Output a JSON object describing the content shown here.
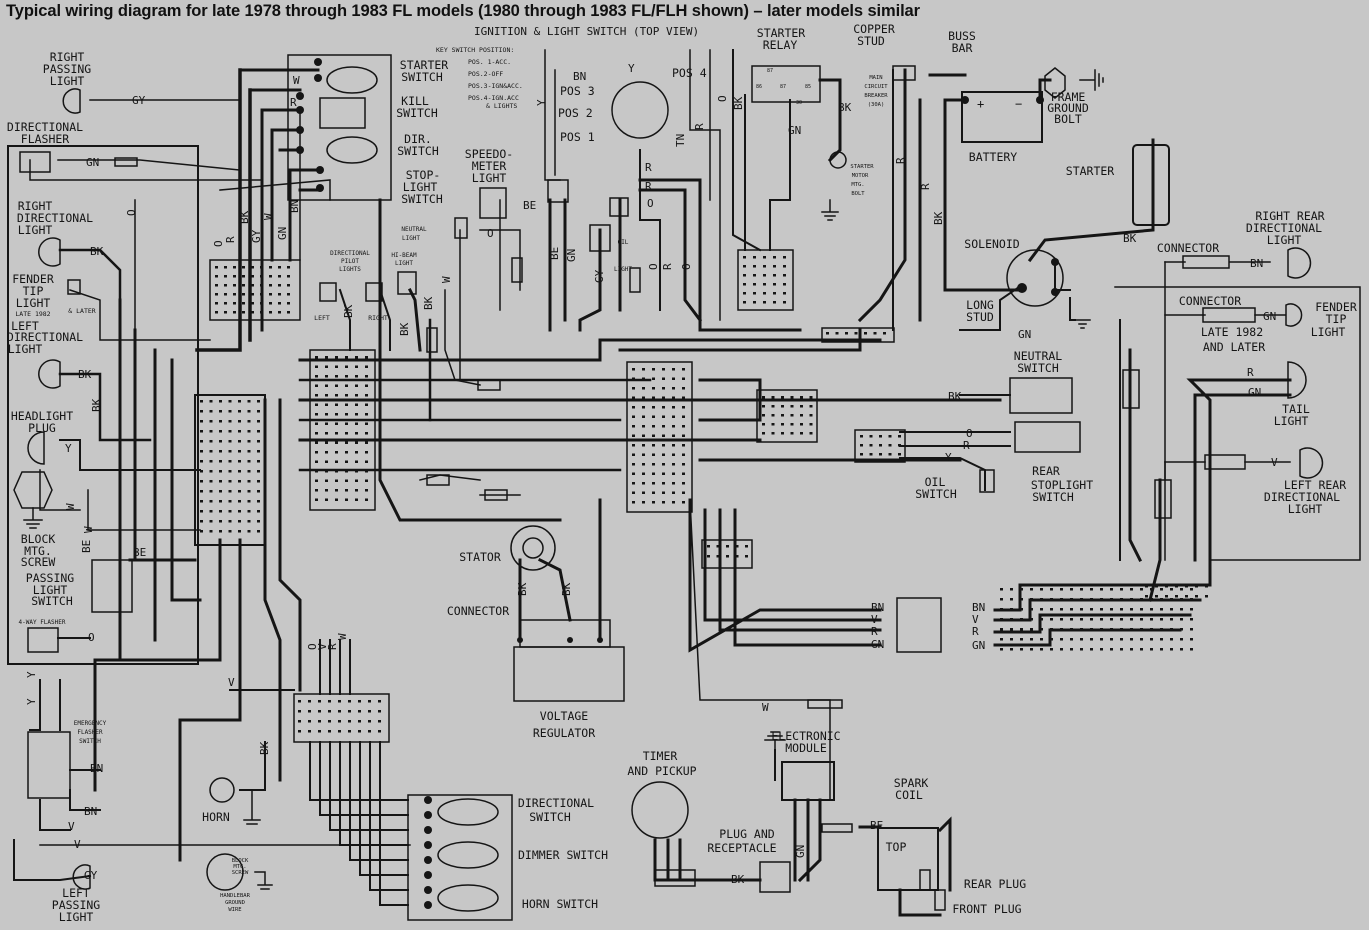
{
  "title": "Typical wiring diagram for late 1978 through 1983 FL models (1980 through 1983 FL/FLH shown) – later models similar",
  "labels": {
    "right_passing_light": [
      "RIGHT",
      "PASSING",
      "LIGHT"
    ],
    "directional_flasher": [
      "DIRECTIONAL",
      "FLASHER"
    ],
    "right_directional_light": [
      "RIGHT",
      "DIRECTIONAL",
      "LIGHT"
    ],
    "fender_tip_light": [
      "FENDER",
      "TIP",
      "LIGHT",
      "LATE 1982",
      "& LATER"
    ],
    "left_directional_light": [
      "LEFT",
      "DIRECTIONAL",
      "LIGHT"
    ],
    "headlight_plug": [
      "HEADLIGHT",
      "PLUG"
    ],
    "block_mtg_screw": [
      "BLOCK",
      "MTG.",
      "SCREW"
    ],
    "passing_light_switch": [
      "PASSING",
      "LIGHT",
      "SWITCH"
    ],
    "four_way_flasher": "4-WAY FLASHER",
    "emergency_flasher_switch": [
      "EMERGENCY",
      "FLASHER",
      "SWITCH"
    ],
    "horn": "HORN",
    "left_passing_light": [
      "LEFT",
      "PASSING",
      "LIGHT"
    ],
    "handlebar_ground": [
      "BLOCK",
      "MTG.",
      "SCREW",
      "HANDLEBAR",
      "GROUND",
      "WIRE"
    ],
    "starter_switch": [
      "STARTER",
      "SWITCH"
    ],
    "kill_switch": [
      "KILL",
      "SWITCH"
    ],
    "dir_switch": [
      "DIR.",
      "SWITCH"
    ],
    "stop_light_switch": [
      "STOP-",
      "LIGHT",
      "SWITCH"
    ],
    "key_switch_positions": [
      "KEY SWITCH POSITION:",
      "POS. 1-ACC.",
      "POS.2-OFF",
      "POS.3-IGN&ACC.",
      "POS.4-IGN.ACC",
      "& LIGHTS"
    ],
    "ignition_light_switch": "IGNITION & LIGHT SWITCH (TOP VIEW)",
    "pos4": "POS 4",
    "pos3": "POS 3",
    "pos2": "POS 2",
    "pos1": "POS 1",
    "speedometer_light": [
      "SPEEDO-",
      "METER",
      "LIGHT"
    ],
    "neutral_light": [
      "NEUTRAL",
      "LIGHT"
    ],
    "directional_pilot_lights": [
      "DIRECTIONAL",
      "PILOT",
      "LIGHTS"
    ],
    "hi_beam_light": [
      "HI-BEAM",
      "LIGHT"
    ],
    "left": "LEFT",
    "right": "RIGHT",
    "oil_light": [
      "OIL",
      "LIGHT"
    ],
    "starter_relay": [
      "STARTER",
      "RELAY"
    ],
    "copper_stud": [
      "COPPER",
      "STUD"
    ],
    "buss_bar": [
      "BUSS",
      "BAR"
    ],
    "main_circuit_breaker": [
      "MAIN",
      "CIRCUIT",
      "BREAKER",
      "(30A)"
    ],
    "frame_ground_bolt": [
      "FRAME",
      "GROUND",
      "BOLT"
    ],
    "battery": "BATTERY",
    "starter_motor_mtg_bolt": [
      "STARTER",
      "MOTOR",
      "MTG.",
      "BOLT"
    ],
    "starter": "STARTER",
    "solenoid": "SOLENOID",
    "long_stud": [
      "LONG",
      "STUD"
    ],
    "connector": "CONNECTOR",
    "right_rear_directional_light": [
      "RIGHT  REAR",
      "DIRECTIONAL",
      "LIGHT"
    ],
    "late_1982_and_later": [
      "LATE 1982",
      "AND LATER"
    ],
    "fender_tip_light_rear": [
      "FENDER",
      "TIP",
      "LIGHT"
    ],
    "neutral_switch": [
      "NEUTRAL",
      "SWITCH"
    ],
    "tail_light": [
      "TAIL",
      "LIGHT"
    ],
    "rear_stoplight_switch": [
      "REAR",
      "STOPLIGHT",
      "SWITCH"
    ],
    "oil_switch": [
      "OIL",
      "SWITCH"
    ],
    "left_rear_directional_light": [
      "LEFT  REAR",
      "DIRECTIONAL",
      "LIGHT"
    ],
    "stator": "STATOR",
    "voltage_regulator": [
      "VOLTAGE",
      "REGULATOR"
    ],
    "timer_and_pickup": [
      "TIMER",
      "AND PICKUP"
    ],
    "electronic_module": [
      "ELECTRONIC",
      "MODULE"
    ],
    "plug_and_receptacle": [
      "PLUG AND",
      "RECEPTACLE"
    ],
    "spark_coil": [
      "SPARK",
      "COIL"
    ],
    "top": "TOP",
    "rear_plug": "REAR PLUG",
    "front_plug": "FRONT PLUG",
    "directional_switch": [
      "DIRECTIONAL",
      "SWITCH"
    ],
    "dimmer_switch": "DIMMER SWITCH",
    "horn_switch": "HORN SWITCH",
    "battery_terminals": [
      "+",
      "−"
    ],
    "relay_pins": [
      "87",
      "86",
      "87",
      "85",
      "30"
    ]
  },
  "wire_codes": {
    "GY": "GY",
    "GN": "GN",
    "BK": "BK",
    "BN": "BN",
    "BE": "BE",
    "O": "O",
    "R": "R",
    "W": "W",
    "V": "V",
    "Y": "Y",
    "TN": "TN"
  },
  "colors": {
    "background": "#c7c7c7",
    "ink": "#151515"
  }
}
